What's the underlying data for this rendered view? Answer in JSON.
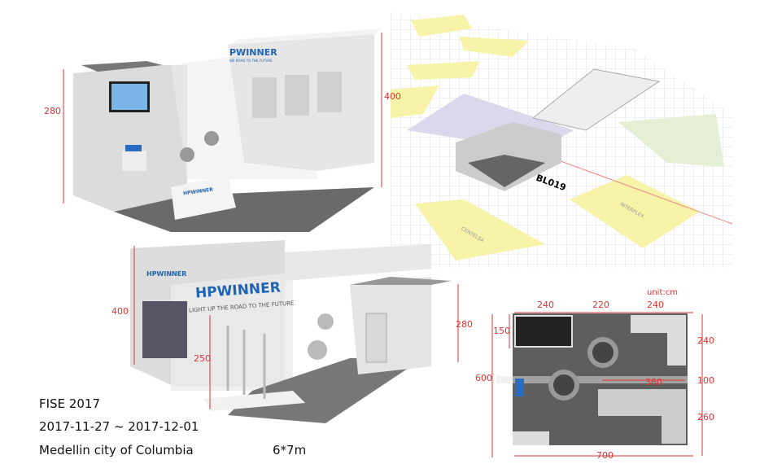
{
  "booth_top": {
    "logo": "PWINNER",
    "slogan": "WE ROAD TO THE FUTURE",
    "front_logo": "HPWINNER",
    "dims": {
      "left_height": "280",
      "right_height": "400"
    }
  },
  "map": {
    "booth_id": "BL019",
    "labels": [
      "INTERPLEX",
      "CENTELSA"
    ]
  },
  "booth_bottom": {
    "logo": "HPWINNER",
    "slogan": "LIGHT UP THE ROAD TO THE FUTURE",
    "side_logo": "HPWINNER",
    "dims": {
      "wall_height": "400",
      "display_height": "250",
      "store_height": "280"
    }
  },
  "plan": {
    "unit": "unit:cm",
    "top": [
      "240",
      "220",
      "240"
    ],
    "left_total": "600",
    "left_screen": "150",
    "right": [
      "240",
      "100",
      "260"
    ],
    "counter": "360",
    "bottom": "700"
  },
  "caption": {
    "event": "FISE 2017",
    "dates": "2017-11-27 ~ 2017-12-01",
    "location": "Medellin city of Columbia",
    "size": "6*7m"
  },
  "colors": {
    "dim": "#dd3333",
    "map_yellow": "#f7f3a8",
    "map_purple": "#dcd8ec",
    "map_green": "#e4efd6",
    "logo_blue": "#1f63b5"
  }
}
